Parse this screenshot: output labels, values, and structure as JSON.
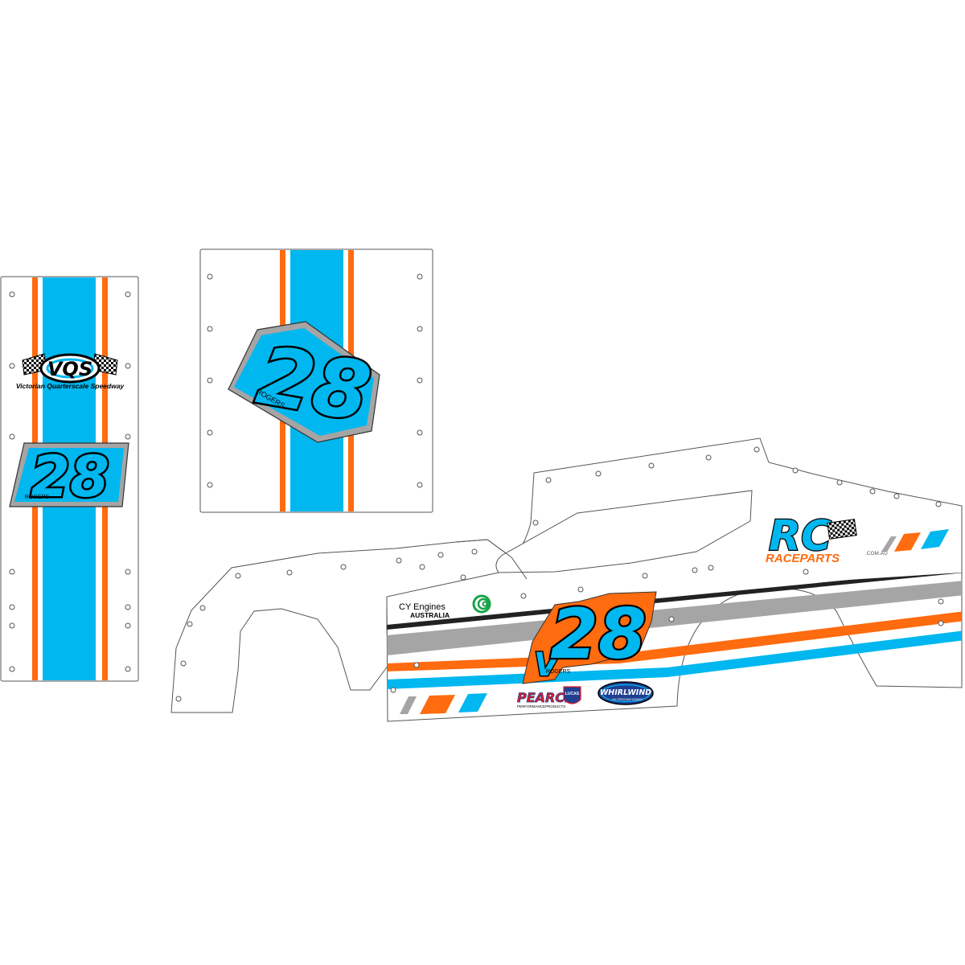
{
  "colors": {
    "blue": "#00b7ef",
    "orange": "#ff6b0f",
    "grey": "#a5a5a5",
    "outline": "#333333",
    "black": "#000000",
    "green": "#16a34a",
    "red": "#e21e26",
    "navy": "#1f3f93"
  },
  "driver": {
    "number": "28",
    "name": "ROGERS",
    "prefix": "V"
  },
  "logos": {
    "vqs": {
      "mark": "VQS",
      "name": "Victorian Quarterscale Speedway"
    },
    "rc": {
      "mark": "RC",
      "race": "RACE",
      "parts": "PARTS",
      "domain": ".COM.AU"
    },
    "cy": {
      "line1": "CY Engines",
      "line2": "AUSTRALIA"
    },
    "pearce": {
      "main": "PEARCE",
      "sub": "PERFORMANCEPRODUCTS",
      "badge": "LUCAS"
    },
    "whirlwind": {
      "main": "WHIRLWIND",
      "sub": "R/C SPEEDWAY BODIES"
    }
  }
}
